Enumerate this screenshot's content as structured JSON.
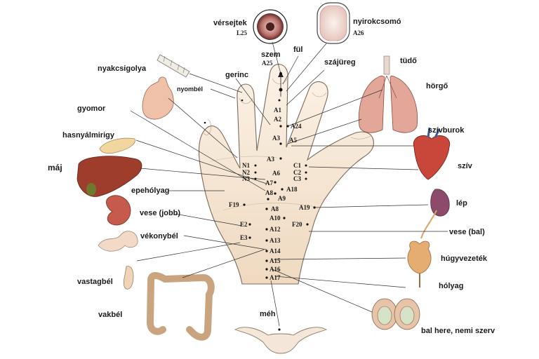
{
  "organs": {
    "versejtek": {
      "name": "vérsejtek",
      "code": "L25"
    },
    "nyirokcsomo": {
      "name": "nyirokcsomó",
      "code": "A26"
    },
    "szem": {
      "name": "szem",
      "code": "A25"
    },
    "ful": "fül",
    "szajureg": "szájüreg",
    "tudo": "tüdő",
    "horgo": "hörgő",
    "nyakcsigolya": "nyakcsigolya",
    "gerinc": "gerinc",
    "nyombel": "nyombél",
    "gyomor": "gyomor",
    "hasnyalmirigy": "hasnyálmirigy",
    "maj": "máj",
    "epeholyag": "epehólyag",
    "vese_jobb": "vese (jobb)",
    "vekonybel": "vékonybél",
    "vastagbel": "vastagbél",
    "vakbel": "vakbél",
    "szivburok": "szívburok",
    "sziv": "szív",
    "lep": "lép",
    "vese_bal": "vese (bal)",
    "hugyvezetek": "húgyvezeték",
    "holyag": "hólyag",
    "meh": "méh",
    "here": "bal here, nemi szerv"
  },
  "points": {
    "A1": "A1",
    "A2": "A2",
    "A3": "A3",
    "A3b": "A3",
    "A5": "A5",
    "A6": "A6",
    "A7": "A7",
    "A8": "A8",
    "A9": "A9",
    "A8b": "A8",
    "A10": "A10",
    "A12": "A12",
    "A13": "A13",
    "A14": "A14",
    "A15": "A15",
    "A16": "A16",
    "A17": "A17",
    "A18": "A18",
    "A19": "A19",
    "A24": "A24",
    "N1": "N1",
    "N2": "N2",
    "N3": "N3",
    "C1": "C1",
    "C2": "C2",
    "C3": "C3",
    "F19": "F19",
    "F20": "F20",
    "E2": "E2",
    "E3": "E3"
  }
}
